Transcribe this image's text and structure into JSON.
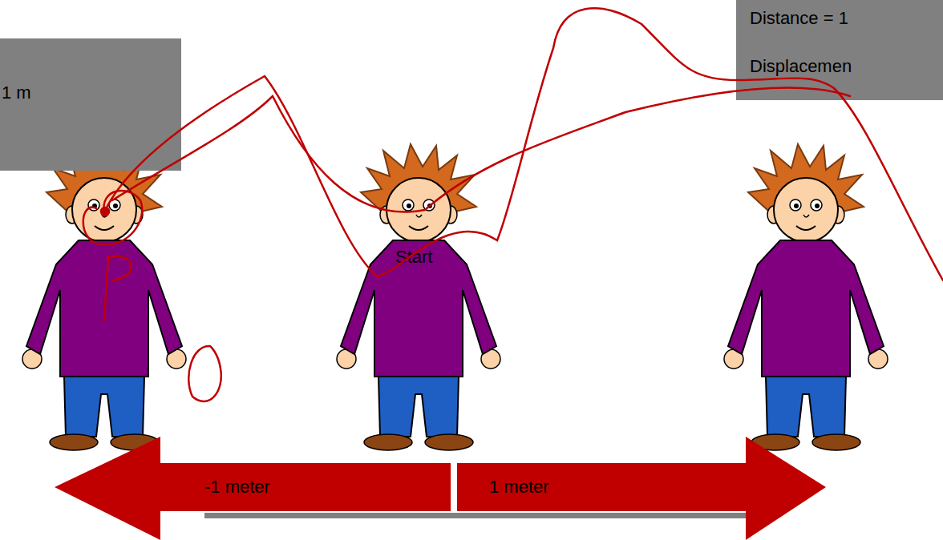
{
  "diagram": {
    "nodes": [
      {
        "text": [
          "1 m"
        ]
      },
      {
        "text": [
          "Distance = 1",
          "Displacemen"
        ]
      },
      {
        "text": [
          "-1 meter"
        ]
      },
      {
        "text": [
          "1 meter"
        ]
      }
    ],
    "labels": [
      "Start"
    ]
  }
}
